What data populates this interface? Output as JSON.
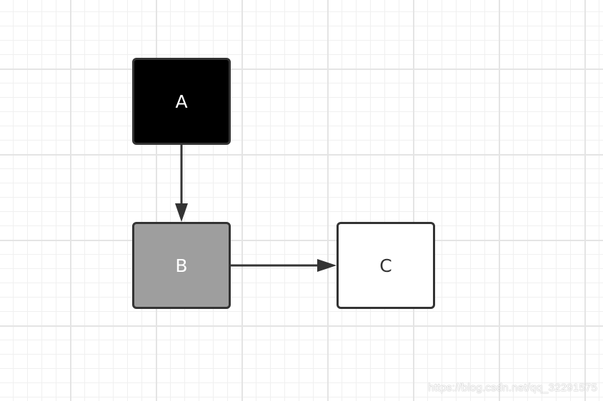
{
  "nodes": {
    "a": {
      "label": "A",
      "fill": "#000000",
      "text_color": "#ffffff"
    },
    "b": {
      "label": "B",
      "fill": "#9e9e9e",
      "text_color": "#ffffff"
    },
    "c": {
      "label": "C",
      "fill": "#ffffff",
      "text_color": "#333333"
    }
  },
  "edges": [
    {
      "from": "A",
      "to": "B"
    },
    {
      "from": "B",
      "to": "C"
    }
  ],
  "colors": {
    "stroke": "#333333",
    "grid_minor": "#f0f0f0",
    "grid_major": "#e4e4e4",
    "background": "#ffffff"
  },
  "watermark": "https://blog.csdn.net/qq_32291575"
}
